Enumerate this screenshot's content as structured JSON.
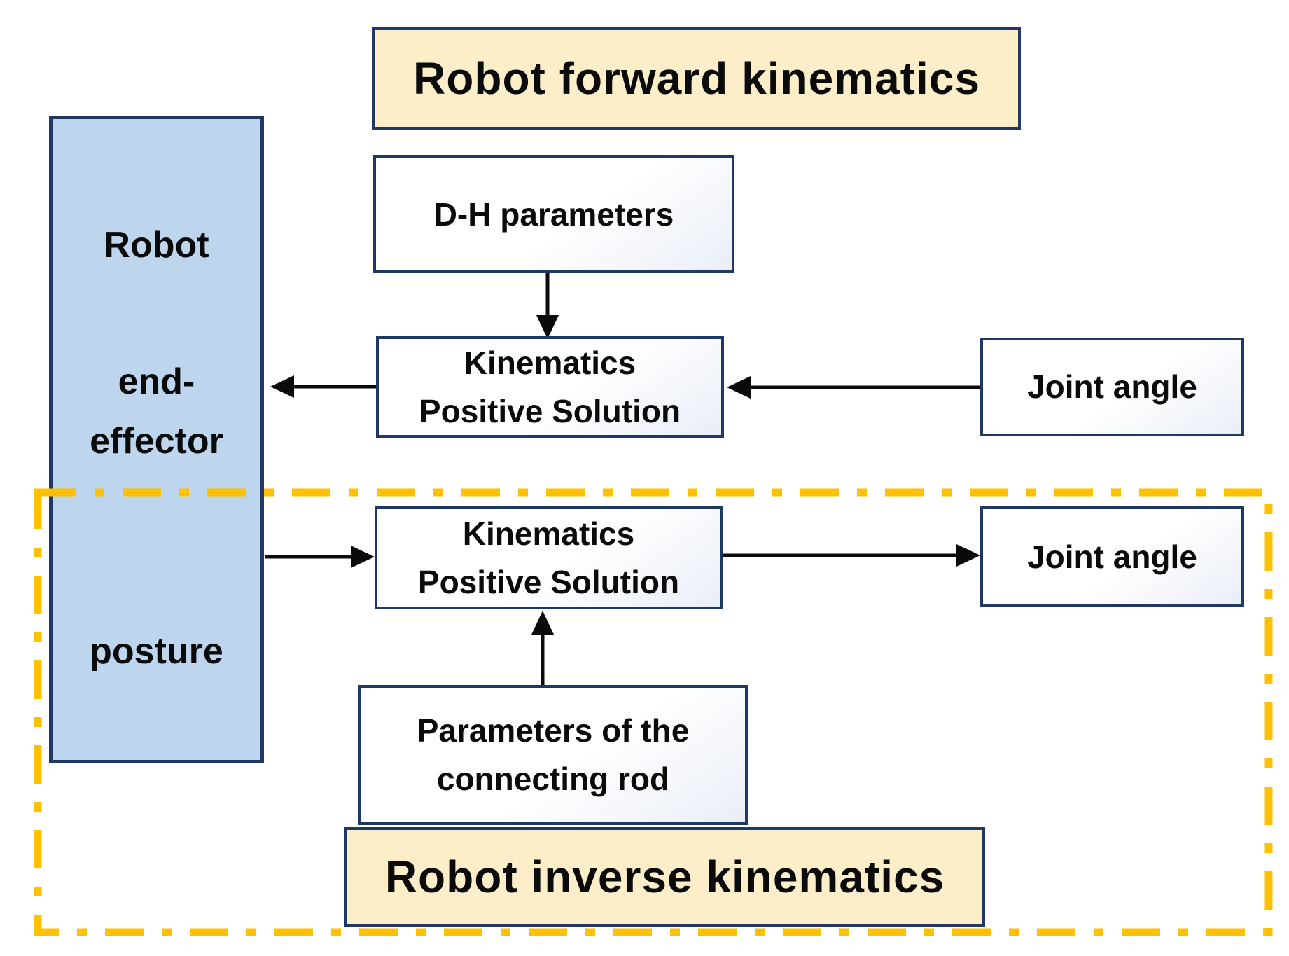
{
  "diagram": {
    "titles": {
      "forward": "Robot forward kinematics",
      "inverse": "Robot inverse kinematics"
    },
    "side_box": {
      "lines": [
        "Robot",
        "end-",
        "effector",
        "posture"
      ]
    },
    "nodes": {
      "dh_params": "D-H parameters",
      "kps_top": {
        "line1": "Kinematics",
        "line2": "Positive Solution"
      },
      "joint_angle_top": "Joint angle",
      "kps_bottom": {
        "line1": "Kinematics",
        "line2": "Positive Solution"
      },
      "joint_angle_bottom": "Joint angle",
      "connecting_rod": {
        "line1": "Parameters of the",
        "line2": "connecting rod"
      }
    }
  },
  "colors": {
    "border_navy": "#1f3864",
    "box_blue_fill": "#bdd6ee",
    "title_cream_fill": "#fdeeca",
    "node_fill_start": "#ffffff",
    "node_fill_end": "#e9eef7",
    "dash_orange": "#ffc000",
    "arrow_black": "#0a0a0a",
    "canvas_bg": "#ffffff"
  }
}
